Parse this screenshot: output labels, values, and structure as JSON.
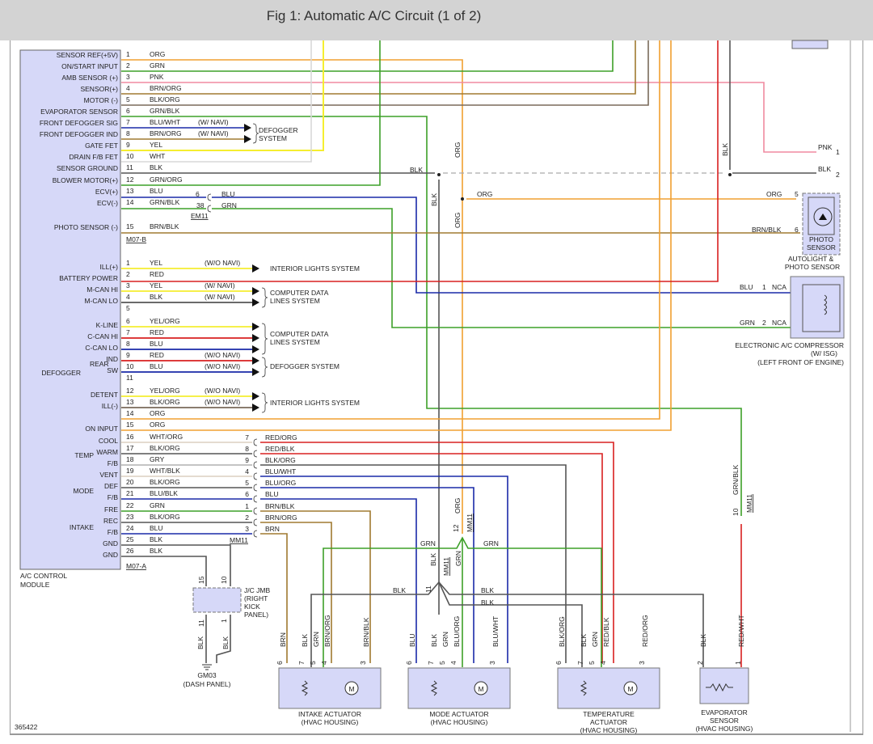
{
  "header": {
    "title": "Fig 1: Automatic A/C Circuit (1 of 2)"
  },
  "figure_id": "365422",
  "colors": {
    "ORG": "#f0a030",
    "GRN": "#3da028",
    "PNK": "#f08aa0",
    "BRN": "#a07a30",
    "BLK": "#555555",
    "BLU": "#1a2aa8",
    "YEL": "#f5ee30",
    "WHT": "#d8d8d8",
    "RED": "#d82020",
    "GRY": "#b0b0b0",
    "module_fill": "#d6d8f8",
    "module_stroke": "#666666"
  },
  "module": {
    "name": "A/C CONTROL MODULE",
    "name_lines": [
      "A/C CONTROL",
      "MODULE"
    ],
    "connector_b": {
      "id": "M07-B",
      "pins": [
        {
          "pin": "1",
          "label": "SENSOR REF(+5V)",
          "wire": "ORG"
        },
        {
          "pin": "2",
          "label": "ON/START INPUT",
          "wire": "GRN"
        },
        {
          "pin": "3",
          "label": "AMB SENSOR (+)",
          "wire": "PNK"
        },
        {
          "pin": "4",
          "label": "SENSOR(+)",
          "wire": "BRN/ORG"
        },
        {
          "pin": "5",
          "label": "MOTOR (-)",
          "wire": "BLK/ORG"
        },
        {
          "pin": "6",
          "label": "EVAPORATOR SENSOR",
          "wire": "GRN/BLK"
        },
        {
          "pin": "7",
          "label": "FRONT DEFOGGER SIG",
          "wire": "BLU/WHT",
          "note": "(W/ NAVI)"
        },
        {
          "pin": "8",
          "label": "FRONT DEFOGGER IND",
          "wire": "BRN/ORG",
          "note": "(W/ NAVI)"
        },
        {
          "pin": "9",
          "label": "GATE FET",
          "wire": "YEL"
        },
        {
          "pin": "10",
          "label": "DRAIN F/B FET",
          "wire": "WHT"
        },
        {
          "pin": "11",
          "label": "SENSOR GROUND",
          "wire": "BLK"
        },
        {
          "pin": "12",
          "label": "BLOWER MOTOR(+)",
          "wire": "GRN/ORG"
        },
        {
          "pin": "13",
          "label": "ECV(+)",
          "wire": "BLU"
        },
        {
          "pin": "14",
          "label": "ECV(-)",
          "wire": "GRN/BLK"
        },
        {
          "pin": "15",
          "label": "PHOTO SENSOR (-)",
          "wire": "BRN/BLK"
        }
      ],
      "defogger_system_label": [
        "DEFOGGER",
        "SYSTEM"
      ],
      "em11": {
        "id": "EM11",
        "pin13": "6",
        "pin14": "38",
        "wire13": "BLU",
        "wire14": "GRN"
      }
    },
    "connector_a": {
      "id": "M07-A",
      "pins": [
        {
          "pin": "1",
          "label": "ILL(+)",
          "wire": "YEL",
          "note": "(W/O NAVI)"
        },
        {
          "pin": "2",
          "label": "BATTERY POWER",
          "wire": "RED"
        },
        {
          "pin": "3",
          "label": "M-CAN HI",
          "wire": "YEL",
          "note": "(W/ NAVI)"
        },
        {
          "pin": "4",
          "label": "M-CAN LO",
          "wire": "BLK",
          "note": "(W/ NAVI)"
        },
        {
          "pin": "5",
          "label": "",
          "wire": ""
        },
        {
          "pin": "6",
          "label": "K-LINE",
          "wire": "YEL/ORG"
        },
        {
          "pin": "7",
          "label": "C-CAN HI",
          "wire": "RED"
        },
        {
          "pin": "8",
          "label": "C-CAN LO",
          "wire": "BLU"
        },
        {
          "pin": "9",
          "label": "IND",
          "wire": "RED",
          "note": "(W/O NAVI)"
        },
        {
          "pin": "10",
          "label": "SW",
          "wire": "BLU",
          "note": "(W/O NAVI)"
        },
        {
          "pin": "11",
          "label": "",
          "wire": ""
        },
        {
          "pin": "12",
          "label": "DETENT",
          "wire": "YEL/ORG",
          "note": "(W/O NAVI)"
        },
        {
          "pin": "13",
          "label": "ILL(-)",
          "wire": "BLK/ORG",
          "note": "(W/O NAVI)"
        },
        {
          "pin": "14",
          "label": "",
          "wire": "ORG"
        },
        {
          "pin": "15",
          "label": "ON INPUT",
          "wire": "ORG"
        },
        {
          "pin": "16",
          "label": "COOL",
          "wire": "WHT/ORG"
        },
        {
          "pin": "17",
          "label": "WARM",
          "wire": "BLK/ORG"
        },
        {
          "pin": "18",
          "label": "F/B",
          "wire": "GRY"
        },
        {
          "pin": "19",
          "label": "VENT",
          "wire": "WHT/BLK"
        },
        {
          "pin": "20",
          "label": "DEF",
          "wire": "BLK/ORG"
        },
        {
          "pin": "21",
          "label": "F/B",
          "wire": "BLU/BLK"
        },
        {
          "pin": "22",
          "label": "FRE",
          "wire": "GRN"
        },
        {
          "pin": "23",
          "label": "REC",
          "wire": "BLK/ORG"
        },
        {
          "pin": "24",
          "label": "F/B",
          "wire": "BLU"
        },
        {
          "pin": "25",
          "label": "GND",
          "wire": "BLK"
        },
        {
          "pin": "26",
          "label": "GND",
          "wire": "BLK"
        }
      ],
      "group_labels": {
        "rear_defogger": [
          "REAR",
          "DEFOGGER"
        ],
        "temp": "TEMP",
        "mode": "MODE",
        "intake": "INTAKE"
      },
      "destinations": {
        "interior_lights": "INTERIOR LIGHTS SYSTEM",
        "computer_data": [
          "COMPUTER DATA",
          "LINES SYSTEM"
        ],
        "defogger": "DEFOGGER SYSTEM"
      },
      "mm11": {
        "id": "MM11",
        "pins": [
          {
            "pin": "7",
            "wire": "RED/ORG"
          },
          {
            "pin": "8",
            "wire": "RED/BLK"
          },
          {
            "pin": "9",
            "wire": "BLK/ORG"
          },
          {
            "pin": "4",
            "wire": "BLU/WHT"
          },
          {
            "pin": "5",
            "wire": "BLU/ORG"
          },
          {
            "pin": "6",
            "wire": "BLU"
          },
          {
            "pin": "1",
            "wire": "BRN/BLK"
          },
          {
            "pin": "2",
            "wire": "BRN/ORG"
          },
          {
            "pin": "3",
            "wire": "BRN"
          }
        ]
      }
    }
  },
  "wire_labels": {
    "blk": "BLK",
    "org": "ORG",
    "grn": "GRN",
    "pnk": "PNK",
    "brnblk": "BRN/BLK",
    "blu": "BLU",
    "grnblk": "GRN/BLK",
    "nca": "NCA"
  },
  "right_refs": {
    "pnk_pin": "1",
    "blk_pin": "2"
  },
  "autolight": {
    "name": [
      "AUTOLIGHT &",
      "PHOTO SENSOR"
    ],
    "inner": [
      "PHOTO",
      "SENSOR"
    ],
    "pin_org": "5",
    "pin_brnblk": "6"
  },
  "compressor": {
    "name": [
      "ELECTRONIC A/C COMPRESSOR",
      "(W/ ISG)",
      "(LEFT FRONT OF ENGINE)"
    ],
    "pin_blu": "1",
    "pin_grn": "2"
  },
  "mm11_splices": {
    "id": "MM11",
    "grn_pin": "12",
    "blk_pin": "11",
    "evap_pin": "10",
    "evap_wire": "GRN/BLK"
  },
  "jc_jmb": {
    "name": [
      "J/C JMB",
      "(RIGHT",
      "KICK",
      "PANEL)"
    ],
    "pins_top": [
      "15",
      "10"
    ],
    "pins_bottom": [
      "11",
      "1"
    ]
  },
  "ground": {
    "name": [
      "GM03",
      "(DASH PANEL)"
    ]
  },
  "actuators": [
    {
      "name": [
        "INTAKE ACTUATOR",
        "(HVAC HOUSING)"
      ],
      "pins": [
        [
          "6",
          "BRN"
        ],
        [
          "7",
          "BLK"
        ],
        [
          "5",
          "GRN"
        ],
        [
          "4",
          "BRN/ORG"
        ],
        [
          "3",
          "BRN/BLK"
        ]
      ]
    },
    {
      "name": [
        "MODE ACTUATOR",
        "(HVAC HOUSING)"
      ],
      "pins": [
        [
          "6",
          "BLU"
        ],
        [
          "7",
          "BLK"
        ],
        [
          "5",
          "GRN"
        ],
        [
          "4",
          "BLU/ORG"
        ],
        [
          "3",
          "BLU/WHT"
        ]
      ]
    },
    {
      "name": [
        "TEMPERATURE",
        "ACTUATOR",
        "(HVAC HOUSING)"
      ],
      "pins": [
        [
          "6",
          "BLK/ORG"
        ],
        [
          "7",
          "BLK"
        ],
        [
          "5",
          "GRN"
        ],
        [
          "4",
          "RED/BLK"
        ],
        [
          "3",
          "RED/ORG"
        ]
      ]
    }
  ],
  "evaporator_sensor": {
    "name": [
      "EVAPORATOR",
      "SENSOR",
      "(HVAC HOUSING)"
    ],
    "pins": [
      [
        "2",
        "BLK"
      ],
      [
        "1",
        "RED/WHT"
      ]
    ]
  },
  "motor_symbol": "M"
}
